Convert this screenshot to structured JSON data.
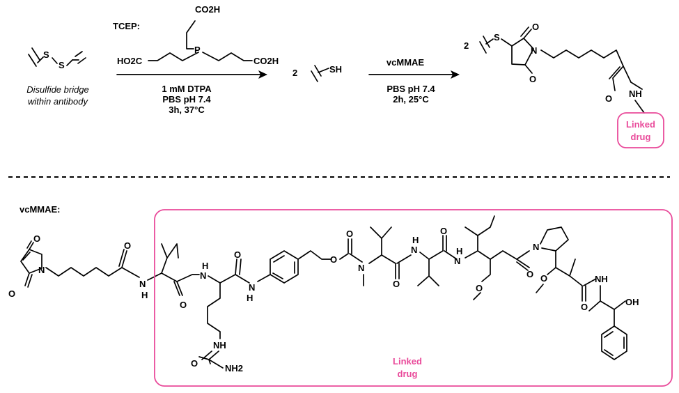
{
  "colors": {
    "accent": "#e94a9a",
    "ink": "#000000"
  },
  "reaction1": {
    "substrate_caption_line1": "Disulfide bridge",
    "substrate_caption_line2": "within antibody",
    "atom_s": "S",
    "reagent_name": "TCEP:",
    "tcep_groups": {
      "top": "CO2H",
      "left": "HO2C",
      "right": "CO2H",
      "center_atom": "P"
    },
    "conditions": [
      "1 mM DTPA",
      "PBS pH 7.4",
      "3h, 37°C"
    ]
  },
  "intermediate": {
    "coefficient": "2",
    "group": "SH"
  },
  "reaction2": {
    "reagent_name": "vcMMAE",
    "conditions": [
      "PBS pH 7.4",
      "2h, 25°C"
    ]
  },
  "product": {
    "coefficient": "2",
    "atoms": {
      "s": "S",
      "n": "N",
      "o_top": "O",
      "o_bottom": "O",
      "o_amide": "O",
      "nh": "NH"
    },
    "linked_drug_line1": "Linked",
    "linked_drug_line2": "drug"
  },
  "vcmmae": {
    "title": "vcMMAE:",
    "atoms": {
      "mal_o_top": "O",
      "mal_n": "N",
      "mal_o_bottom": "O",
      "hex_o": "O",
      "amide_n": "N",
      "amide_h": "H",
      "val_o": "O",
      "cit_nh_top": "N",
      "cit_h": "H",
      "cit_o": "O",
      "pab_nh_n": "N",
      "pab_nh_h": "H",
      "urea_nh": "NH",
      "urea_o": "O",
      "urea_nh2": "NH2",
      "carb_o_top": "O",
      "carb_o_link": "O",
      "carb_n": "N",
      "val2_o": "O",
      "val2_nh_n": "N",
      "val2_nh_h": "H",
      "val3_o": "O",
      "val3_nh_n": "N",
      "val3_nh_h": "H",
      "dil_ome": "O",
      "dil_o": "O",
      "pro_n": "N",
      "dap_ome": "O",
      "dap_o": "O",
      "dap_nh": "NH",
      "oh": "OH"
    },
    "linked_drug_line1": "Linked",
    "linked_drug_line2": "drug"
  }
}
